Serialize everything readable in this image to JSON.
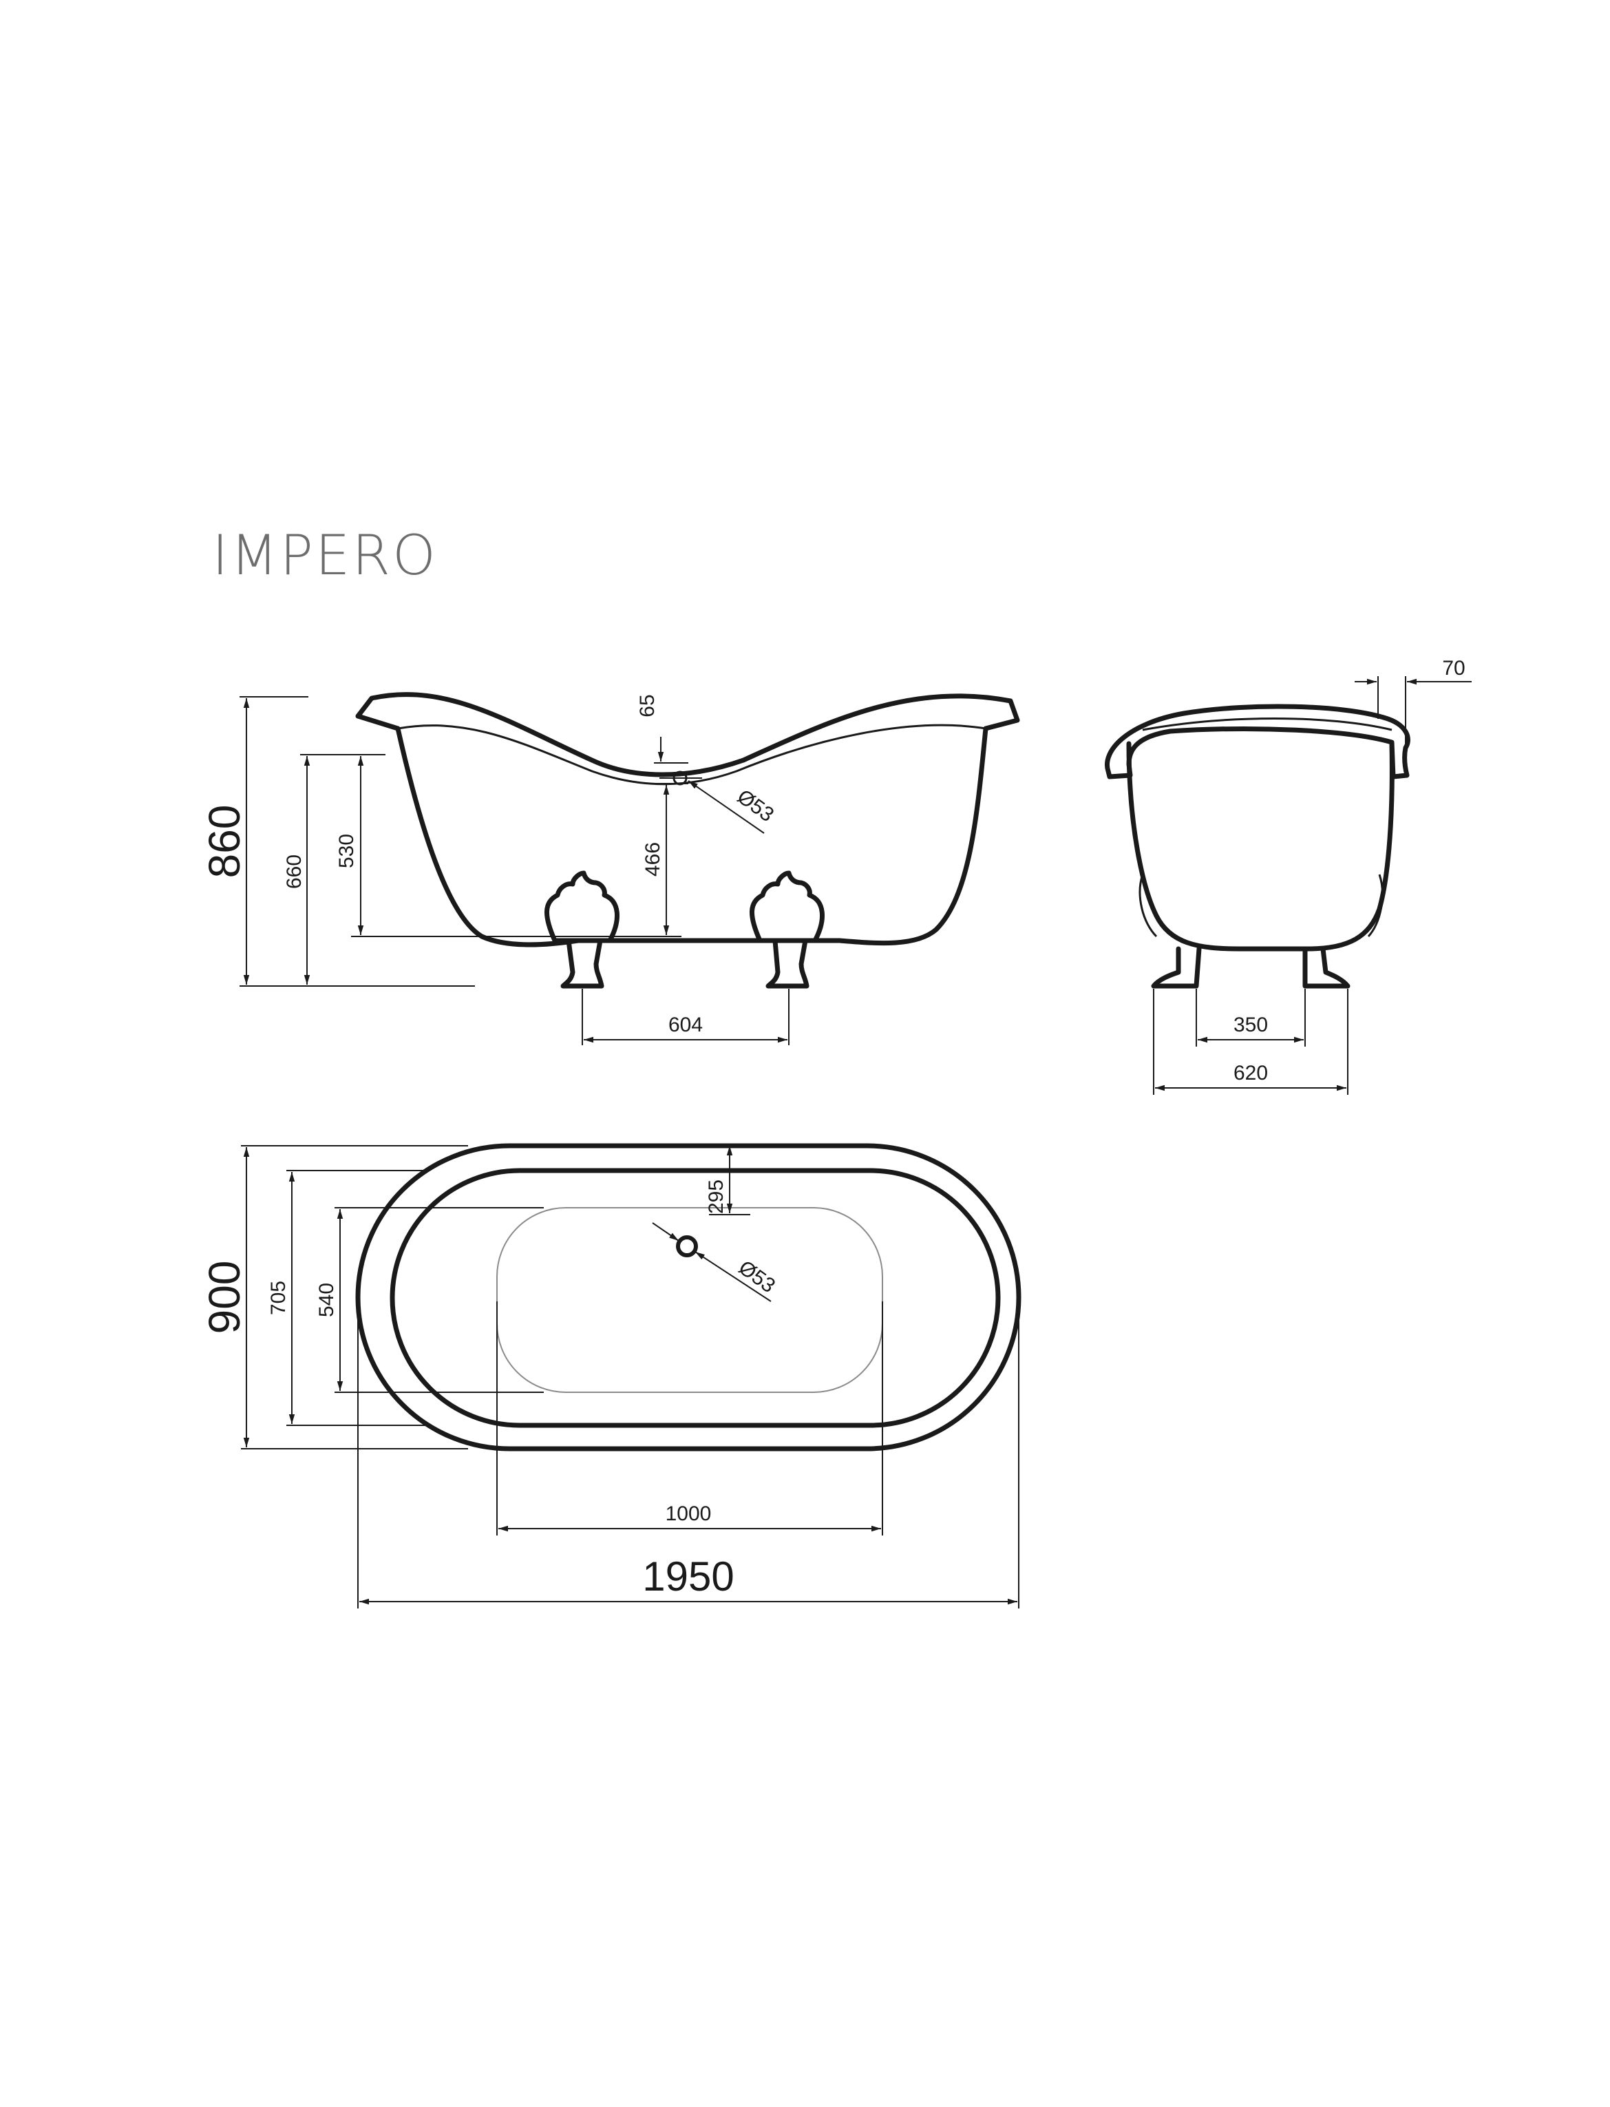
{
  "product": {
    "name": "IMPERO"
  },
  "side_view": {
    "total_height": "860",
    "inner_height": "660",
    "inner_depth": "530",
    "rim_to_overflow": "65",
    "overflow_height": "466",
    "overflow_diameter": "Ø53",
    "feet_spacing": "604"
  },
  "end_view": {
    "rim_overhang": "70",
    "feet_spacing": "350",
    "base_width": "620"
  },
  "plan_view": {
    "overall_width": "900",
    "rim_inner_width": "705",
    "basin_width": "540",
    "drain_offset": "295",
    "drain_diameter": "Ø53",
    "basin_length": "1000",
    "overall_length": "1950"
  }
}
